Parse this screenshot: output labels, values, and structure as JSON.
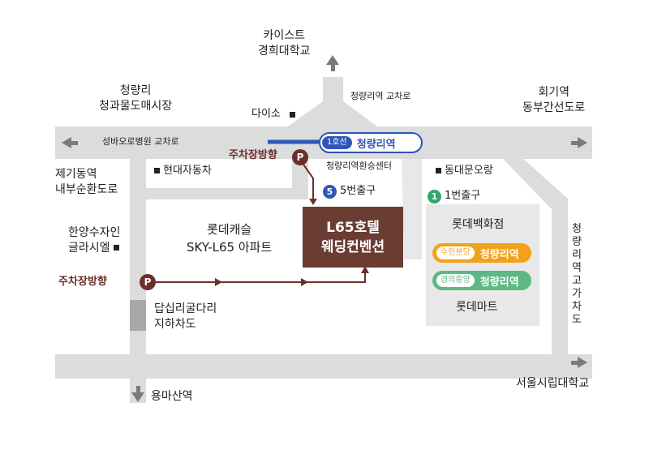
{
  "colors": {
    "road": "#dcdcdc",
    "block": "#e8e8e8",
    "venue": "#6b3c32",
    "line1": "#2e56b7",
    "suin_bundang": "#f4a11a",
    "gyeongui_jungang": "#5fb883",
    "parking": "#6b2f2a",
    "arrow": "#7a7a7a",
    "underpass": "#a8a8a8"
  },
  "labels": {
    "kaist_top": "카이스트",
    "kaist_bottom": "경희대학교",
    "cheongnyangni_top": "청량리",
    "cheongnyangni_bottom": "청과물도매시장",
    "hoegi_top": "회기역",
    "hoegi_bottom": "동부간선도로",
    "cheongnyangni_junction": "청량리역 교차로",
    "daiso": "다이소",
    "seongbao_junction": "성바오로병원 교차로",
    "transfer_center": "청량리역환승센터",
    "hyundai": "현대자동차",
    "dongdaemun": "동대문오랑",
    "jegi_top": "제기동역",
    "jegi_bottom": "내부순환도로",
    "hanyang_top": "한양수자인",
    "hanyang_bottom": "글라시엘",
    "lotte_castle_top": "롯데캐슬",
    "lotte_castle_bottom": "SKY-L65 아파트",
    "lotte_dept": "롯데백화점",
    "lotte_mart": "롯데마트",
    "overpass_vertical": "청량리역 고가차도",
    "dapsimni_top": "답십리굴다리",
    "dapsimni_bottom": "지하차도",
    "university": "서울시립대학교",
    "yongmasan": "용마산역",
    "parking_top": "주차장방향",
    "parking_left": "주차장방향",
    "parking_icon": "P"
  },
  "venue": {
    "line1": "L65호텔",
    "line2": "웨딩컨벤션"
  },
  "stations": {
    "line1": {
      "badge": "1호선",
      "name": "청량리역"
    },
    "suin": {
      "badge": "수인분당",
      "name": "청량리역"
    },
    "gyeongui": {
      "badge": "경의중앙",
      "name": "청량리역"
    }
  },
  "exits": {
    "exit5": {
      "num": "5",
      "label": "5번출구"
    },
    "exit1": {
      "num": "1",
      "label": "1번출구"
    }
  }
}
